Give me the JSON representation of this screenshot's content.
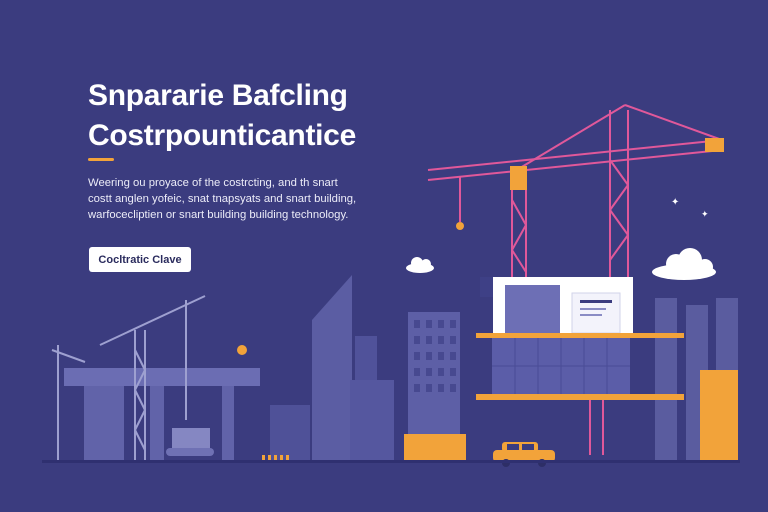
{
  "hero": {
    "title_line1": "Snpararie Bafcling",
    "title_line2": "Costrpounticantice",
    "desc_line1": "Weering ou proyace of the costrcting, and th snart",
    "desc_line2": "costt anglen yofeic, snat tnapsyats and snart building,",
    "desc_line3": "warfocecliptien or snart building building technology.",
    "cta_label": "Cocltratic Clave"
  },
  "colors": {
    "background": "#3b3c7f",
    "accent_orange": "#f2a33a",
    "crane_pink": "#e0589a",
    "building_slate": "#5a5c9e"
  }
}
